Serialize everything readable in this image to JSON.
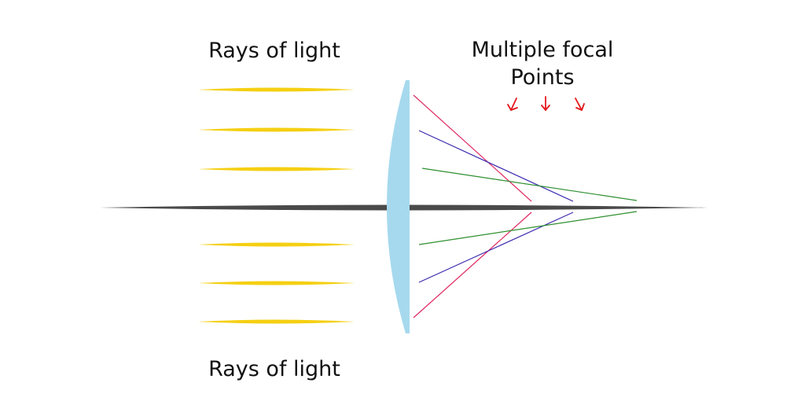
{
  "labels": {
    "rays_top": "Rays of light",
    "rays_bottom": "Rays of light",
    "focal_line1": "Multiple focal",
    "focal_line2": "Points"
  },
  "colors": {
    "ray": "#f5cf12",
    "axis": "#4a4a4a",
    "lens": "#a6d9ee",
    "ray_outer": "#e0245e",
    "ray_middle": "#3a2ab0",
    "ray_inner": "#2f8f2f",
    "arrow": "#e3171c"
  },
  "icons": {
    "focal_arrows": "arrow-down-icon"
  }
}
